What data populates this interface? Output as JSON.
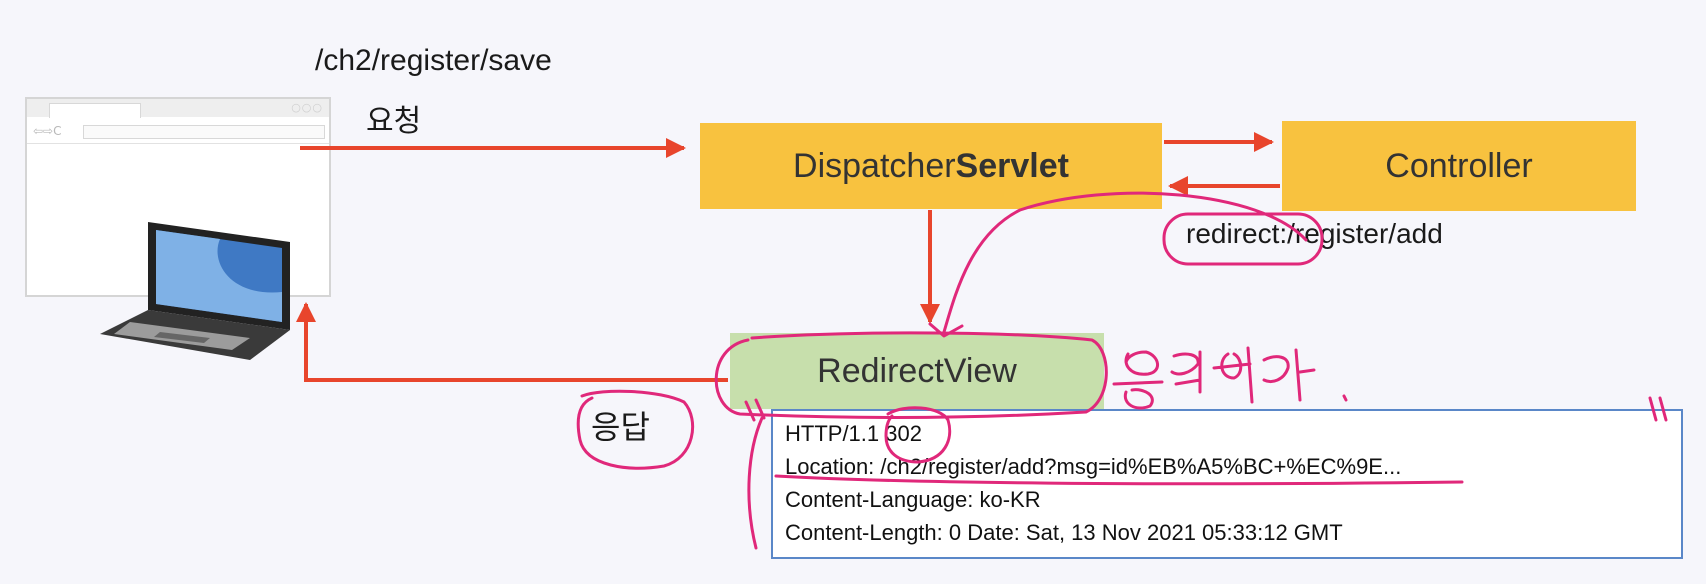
{
  "request": {
    "url": "/ch2/register/save",
    "label": "요청"
  },
  "dispatcher": {
    "prefix": "Dispatcher",
    "bold": "Servlet"
  },
  "controller": {
    "label": "Controller"
  },
  "redirect_return": "redirect:/register/add",
  "redirect_view": {
    "label": "RedirectView"
  },
  "response_label": "응답",
  "handwritten_note": "응답헤더",
  "http_header": {
    "lines": [
      "HTTP/1.1 302",
      "Location: /ch2/register/add?msg=id%EB%A5%BC+%EC%9E...",
      "Content-Language: ko-KR",
      "Content-Length: 0 Date: Sat, 13 Nov 2021 05:33:12 GMT"
    ]
  },
  "colors": {
    "arrow": "#e8452c",
    "box": "#f8c23f",
    "view_box": "#c7dfac",
    "annotation": "#e0287a",
    "header_border": "#5a87c8"
  }
}
